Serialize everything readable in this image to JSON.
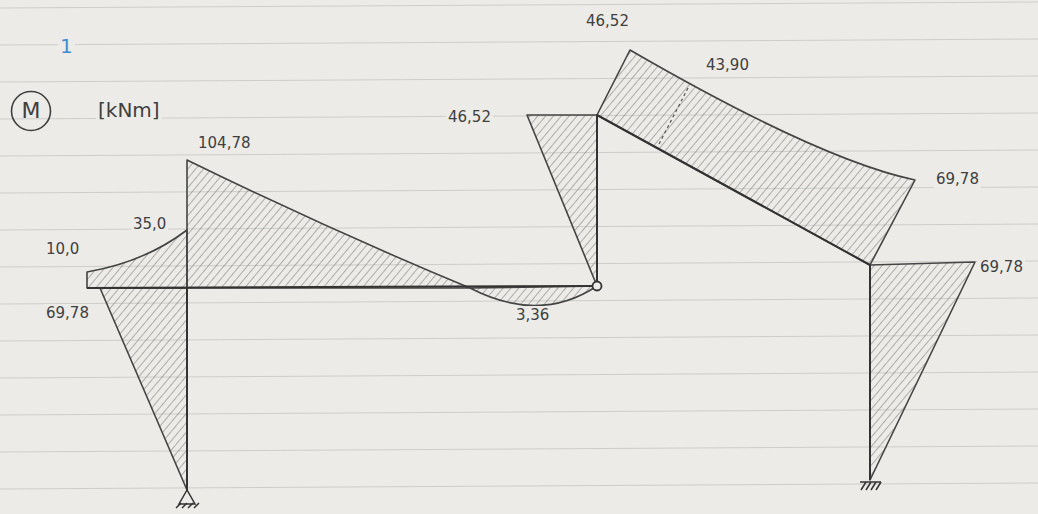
{
  "diagram": {
    "nodes": [
      {
        "text": [
          "M"
        ]
      }
    ],
    "labels": [
      "1",
      "[kNm]",
      "10,0",
      "35,0",
      "104,78",
      "69,78",
      "3,36",
      "46,52",
      "46,52",
      "43,90",
      "69,78",
      "69,78"
    ]
  }
}
